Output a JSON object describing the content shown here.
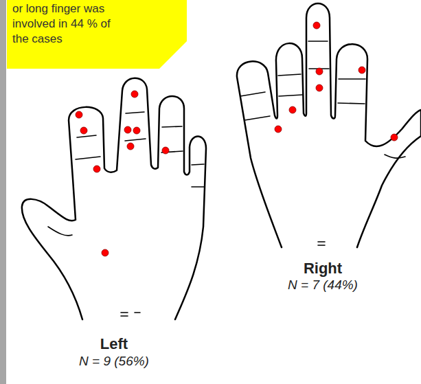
{
  "diagram": {
    "nodes": [
      {
        "text": [
          "or long finger was involved in 44 % of the cases"
        ]
      }
    ],
    "labels": [
      "Right",
      "N = 7 (44%)",
      "Left",
      "N = 9 (56%)"
    ]
  }
}
